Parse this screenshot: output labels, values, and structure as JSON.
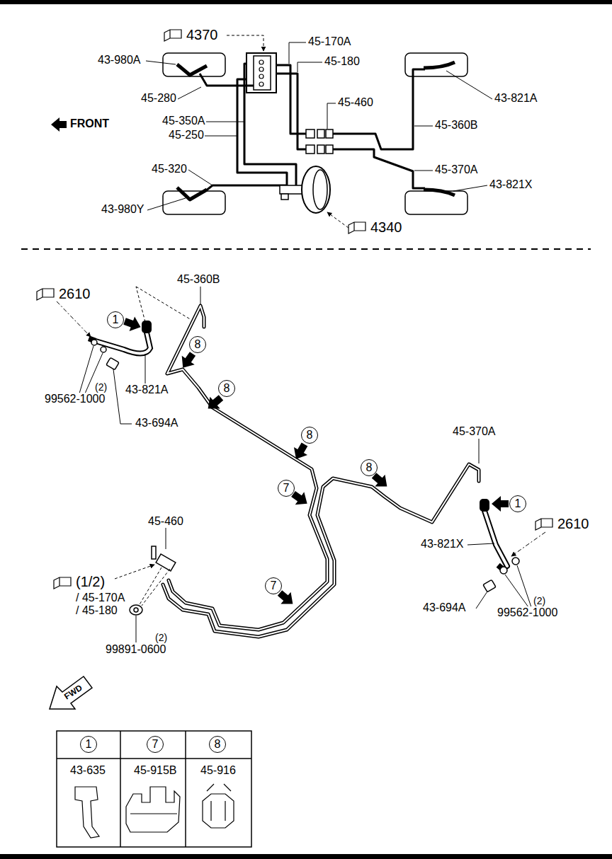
{
  "diagram": {
    "nodes": [
      {
        "text": [
          "1"
        ]
      },
      {
        "text": [
          "8"
        ]
      },
      {
        "text": [
          "8"
        ]
      },
      {
        "text": [
          "8"
        ]
      },
      {
        "text": [
          "8"
        ]
      },
      {
        "text": [
          "7"
        ]
      },
      {
        "text": [
          "1"
        ]
      },
      {
        "text": [
          "7"
        ]
      },
      {
        "text": [
          "1"
        ]
      },
      {
        "text": [
          "7"
        ]
      },
      {
        "text": [
          "8"
        ]
      }
    ],
    "labels": [
      "4370",
      "45-170A",
      "45-180",
      "43-980A",
      "45-280",
      "FRONT",
      "45-350A",
      "45-250",
      "45-460",
      "43-821A",
      "45-360B",
      "45-320",
      "45-370A",
      "43-821X",
      "43-980Y",
      "4340",
      "2610",
      "45-360B",
      "(2)",
      "43-821A",
      "99562-1000",
      "43-694A",
      "45-370A",
      "2610",
      "45-460",
      "43-821X",
      "(1/2)",
      "/ 45-170A",
      "/ 45-180",
      "43-694A",
      "(2)",
      "99562-1000",
      "(2)",
      "99891-0600",
      "FWD",
      "43-635",
      "45-915B",
      "45-916"
    ]
  }
}
